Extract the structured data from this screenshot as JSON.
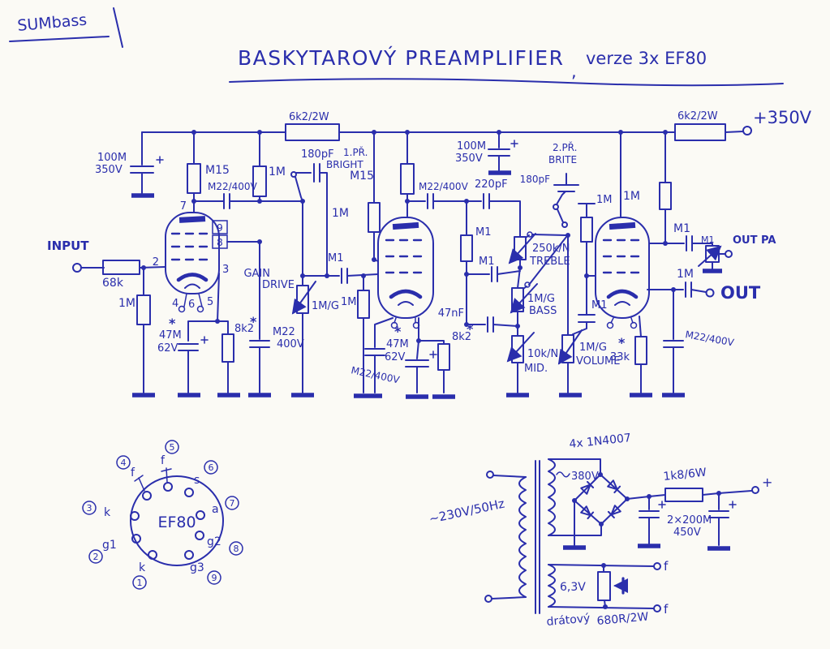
{
  "colors": {
    "ink": "#2a2eac",
    "paper": "#fbfaf5"
  },
  "signature": "SUMbass",
  "title": {
    "main": "BASKYTAROVÝ PREAMPLIFIER",
    "comma": ",",
    "version": "verze 3x EF80"
  },
  "power": {
    "rail_resistor": "6k2/2W",
    "b_plus": "+350V"
  },
  "io": {
    "input": "INPUT",
    "out_pa": "OUT PA",
    "out": "OUT"
  },
  "parts": {
    "v68k": "68k",
    "v1m": "1M",
    "vm15": "M15",
    "v8k2": "8k2",
    "v33k": "33k",
    "star": "*",
    "vm22_400": "M22/400V",
    "vm22": "M22",
    "v400": "400V",
    "v180p": "180pF",
    "v220p": "220pF",
    "vm1": "M1",
    "v47m": "47M",
    "v62": "62V",
    "v47n": "47nF",
    "v100m": "100M",
    "v350": "350V"
  },
  "controls": {
    "gain1": "GAIN",
    "gain2": "DRIVE",
    "val_1mg": "1M/G",
    "treble_val": "250k/N",
    "treble": "TREBLE",
    "bass": "BASS",
    "mid_val": "10k/N",
    "mid": "MID.",
    "volume": "VOLUME"
  },
  "switches": {
    "b1_line1": "1.PŘ.",
    "b1_line2": "BRIGHT",
    "b2_line1": "2.PŘ.",
    "b2_line2": "BRITE"
  },
  "tube_pins": {
    "p2": "2",
    "p3": "3",
    "p4": "4",
    "p5": "5",
    "p6": "6",
    "p7": "7",
    "p8": "8",
    "p9": "9"
  },
  "pinout": {
    "name": "EF80",
    "pins": [
      {
        "num": "1",
        "label": "k"
      },
      {
        "num": "2",
        "label": "g1"
      },
      {
        "num": "3",
        "label": "k"
      },
      {
        "num": "4",
        "label": "f"
      },
      {
        "num": "5",
        "label": "f"
      },
      {
        "num": "6",
        "label": "s"
      },
      {
        "num": "7",
        "label": "a"
      },
      {
        "num": "8",
        "label": "g2"
      },
      {
        "num": "9",
        "label": "g3"
      }
    ]
  },
  "psu": {
    "mains": "~230V/50Hz",
    "diodes": "4x 1N4007",
    "secondary": "380V",
    "r_filter": "1k8/6W",
    "c_filter": "2×200M",
    "c_filter_v": "450V",
    "plus": "+",
    "heater": "6,3V",
    "f": "f",
    "hum1": "drátový",
    "hum2": "680R/2W"
  }
}
